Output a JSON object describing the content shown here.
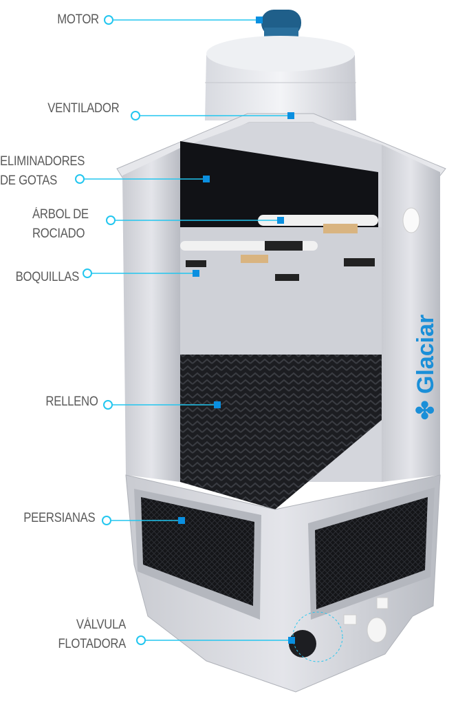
{
  "colors": {
    "leader_line": "#22c6ef",
    "marker": "#0a8fe0",
    "label_text": "#5a5a5a",
    "brand": "#1a8fd8"
  },
  "brand": {
    "logo_text": "Glaciar"
  },
  "labels": {
    "motor": "MOTOR",
    "ventilador": "VENTILADOR",
    "eliminadores_1": "ELIMINADORES",
    "eliminadores_2": "DE GOTAS",
    "arbol_1": "ÁRBOL DE",
    "arbol_2": "ROCIADO",
    "boquillas": "BOQUILLAS",
    "relleno": "RELLENO",
    "persianas": "PEERSIANAS",
    "valvula_1": "VÁLVULA",
    "valvula_2": "FLOTADORA"
  }
}
